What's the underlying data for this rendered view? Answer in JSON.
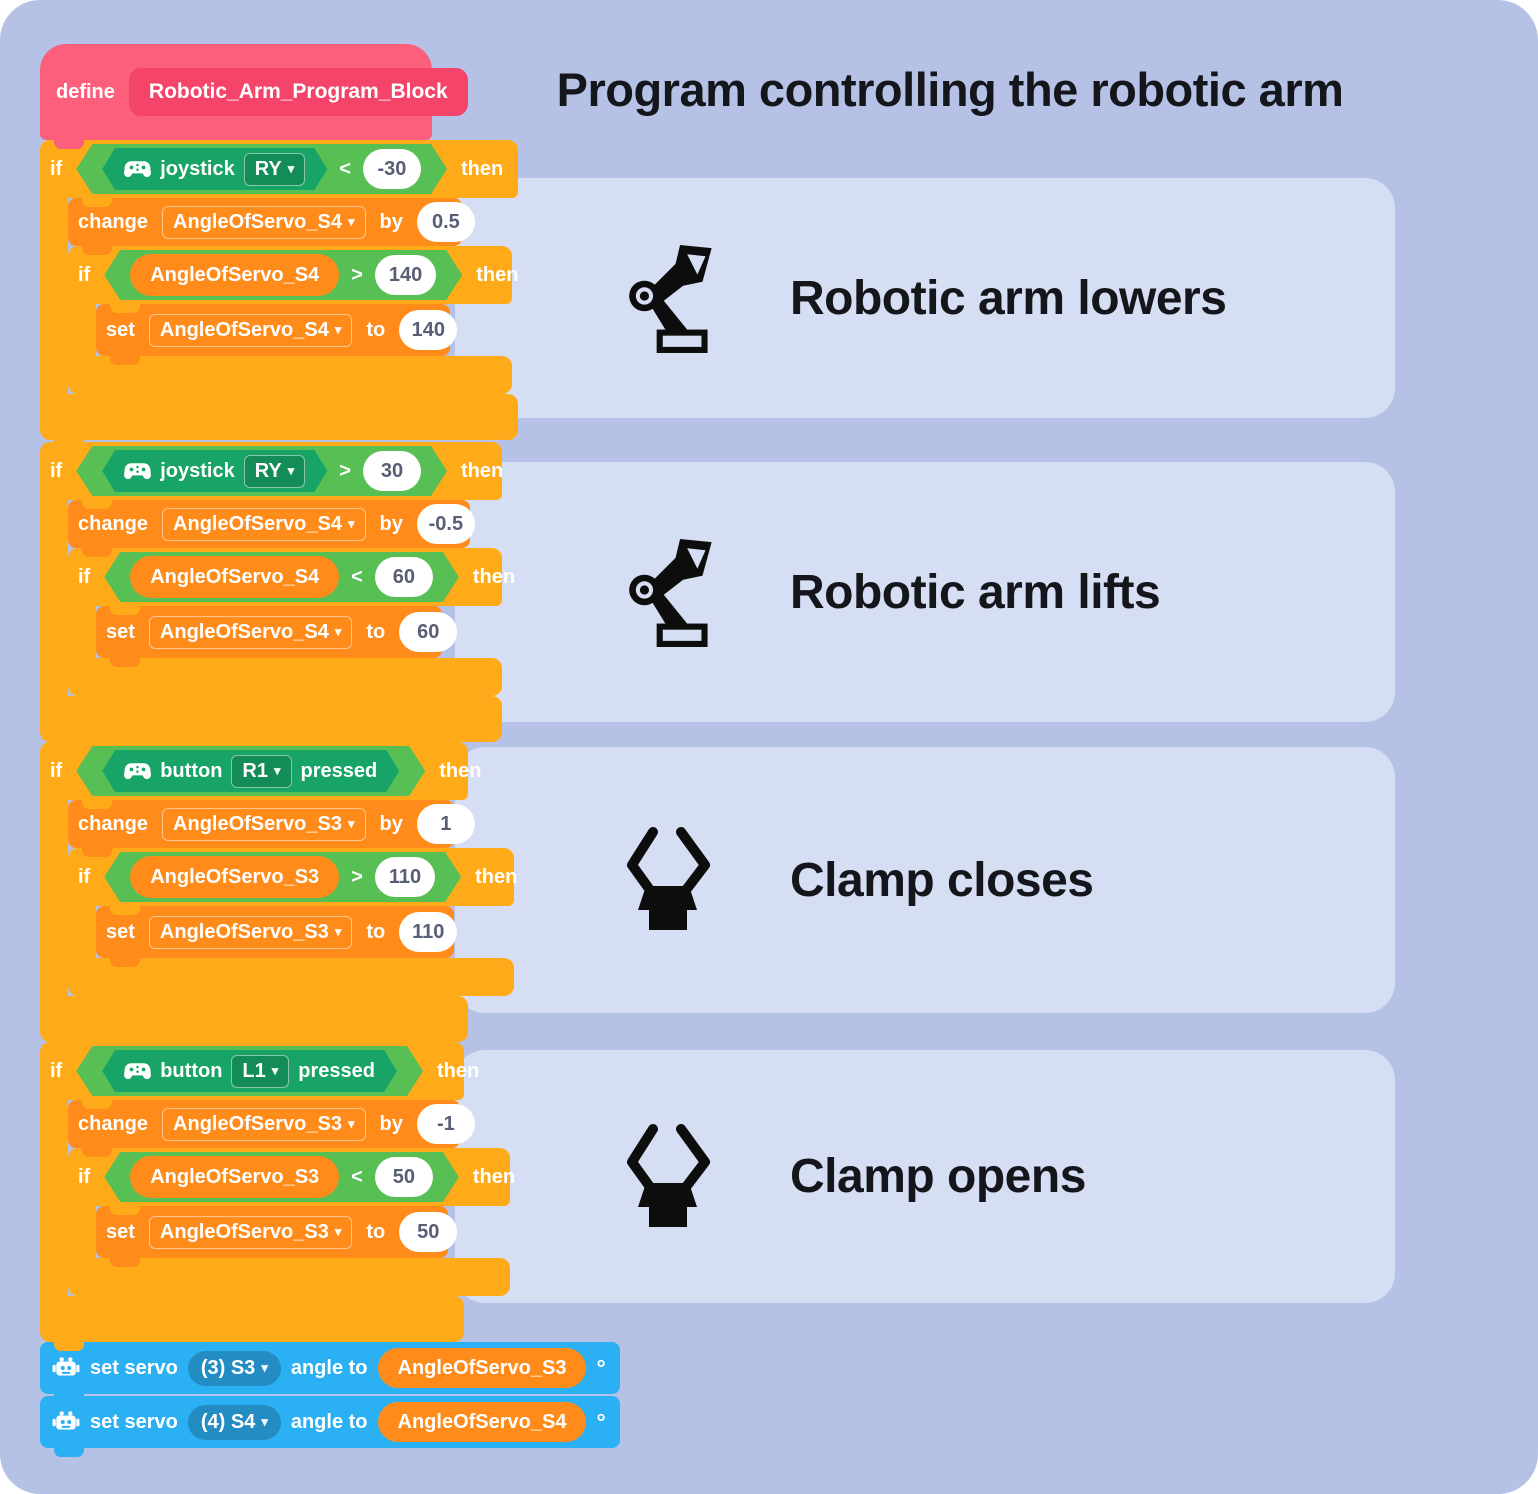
{
  "ui": {
    "arrow": "▾",
    "background_color": "#B5C2E6",
    "card_color": "#D6DEF4",
    "control_block_color": "#FFAB19",
    "data_block_color": "#FF8C1A",
    "operator_color": "#57BF53",
    "controller_block_color": "#17A466",
    "servo_block_color": "#2BB0F4",
    "hat_block_color": "#FB5F7B",
    "icons": [
      "gamepad-icon",
      "robot-icon",
      "robotic-arm-icon",
      "clamp-icon",
      "dropdown-arrow"
    ]
  },
  "header": {
    "title": "Program controlling the robotic arm"
  },
  "labels": {
    "define": "define",
    "if": "if",
    "then": "then",
    "change": "change",
    "set": "set",
    "by": "by",
    "to": "to"
  },
  "define_block": {
    "name": "Robotic_Arm_Program_Block"
  },
  "groups": [
    {
      "device": "joystick",
      "select": "RY",
      "cmp": "<",
      "value": "-30",
      "pressed": "",
      "change_var": "AngleOfServo_S4",
      "delta": "0.5",
      "inner_var": "AngleOfServo_S4",
      "inner_cmp": ">",
      "inner_limit": "140",
      "set_var": "AngleOfServo_S4",
      "set_value": "140"
    },
    {
      "device": "joystick",
      "select": "RY",
      "cmp": ">",
      "value": "30",
      "pressed": "",
      "change_var": "AngleOfServo_S4",
      "delta": "-0.5",
      "inner_var": "AngleOfServo_S4",
      "inner_cmp": "<",
      "inner_limit": "60",
      "set_var": "AngleOfServo_S4",
      "set_value": "60"
    },
    {
      "device": "button",
      "select": "R1",
      "cmp": "",
      "value": "",
      "pressed": "pressed",
      "change_var": "AngleOfServo_S3",
      "delta": "1",
      "inner_var": "AngleOfServo_S3",
      "inner_cmp": ">",
      "inner_limit": "110",
      "set_var": "AngleOfServo_S3",
      "set_value": "110"
    },
    {
      "device": "button",
      "select": "L1",
      "cmp": "",
      "value": "",
      "pressed": "pressed",
      "change_var": "AngleOfServo_S3",
      "delta": "-1",
      "inner_var": "AngleOfServo_S3",
      "inner_cmp": "<",
      "inner_limit": "50",
      "set_var": "AngleOfServo_S3",
      "set_value": "50"
    }
  ],
  "servo_blocks": [
    {
      "label": "set servo",
      "port": "(3) S3",
      "angle_to": "angle to",
      "variable": "AngleOfServo_S3",
      "unit": "°"
    },
    {
      "label": "set servo",
      "port": "(4) S4",
      "angle_to": "angle to",
      "variable": "AngleOfServo_S4",
      "unit": "°"
    }
  ],
  "cards": [
    {
      "label": "Robotic arm lowers",
      "icon": "robotic-arm-icon"
    },
    {
      "label": "Robotic arm lifts",
      "icon": "robotic-arm-icon"
    },
    {
      "label": "Clamp closes",
      "icon": "clamp-icon"
    },
    {
      "label": "Clamp opens",
      "icon": "clamp-icon"
    }
  ]
}
